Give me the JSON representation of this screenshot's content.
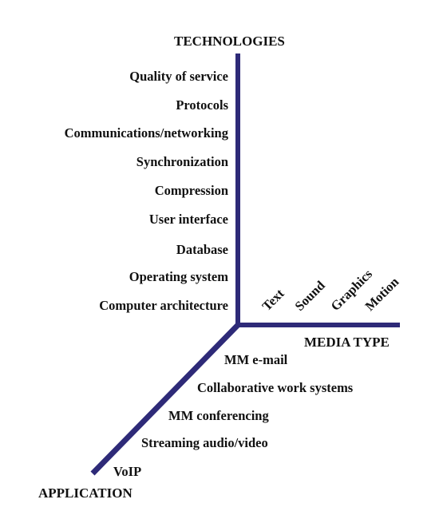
{
  "colors": {
    "axis": "#2e2a78",
    "text": "#111111",
    "background": "#ffffff"
  },
  "axes": {
    "technologies_title": "TECHNOLOGIES",
    "media_type_title": "MEDIA TYPE",
    "application_title": "APPLICATION"
  },
  "technologies": [
    "Quality of service",
    "Protocols",
    "Communications/networking",
    "Synchronization",
    "Compression",
    "User interface",
    "Database",
    "Operating system",
    "Computer architecture"
  ],
  "media_types": [
    "Text",
    "Sound",
    "Graphics",
    "Motion"
  ],
  "applications": [
    "MM e-mail",
    "Collaborative work systems",
    "MM conferencing",
    "Streaming audio/video",
    "VoIP"
  ]
}
